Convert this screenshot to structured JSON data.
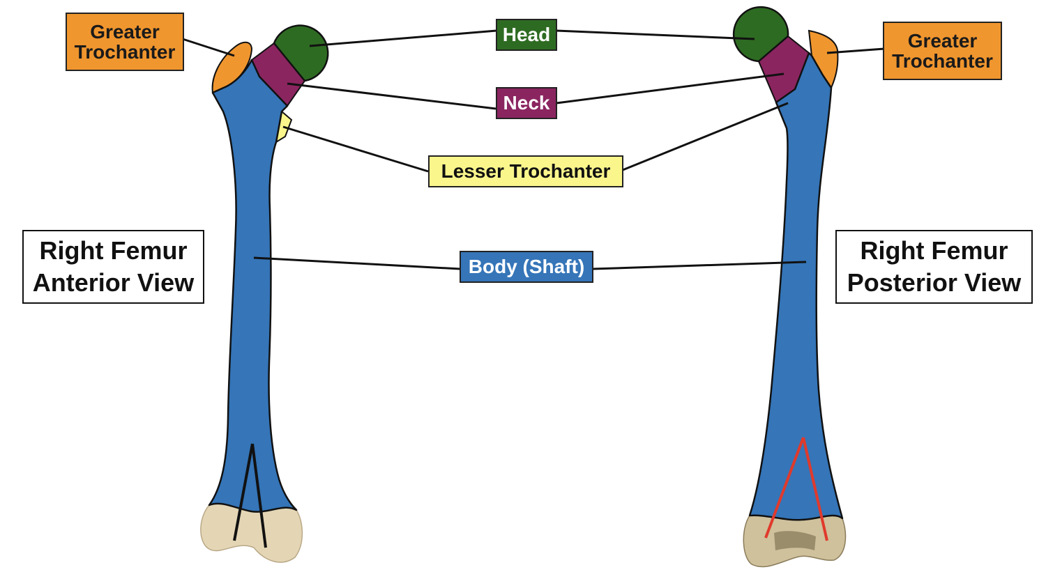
{
  "labels": {
    "greater_trochanter_left": [
      "Greater",
      "Trochanter"
    ],
    "greater_trochanter_right": [
      "Greater",
      "Trochanter"
    ],
    "head": "Head",
    "neck": "Neck",
    "lesser_trochanter": "Lesser Trochanter",
    "body_shaft": "Body (Shaft)"
  },
  "views": {
    "anterior": [
      "Right Femur",
      "Anterior View"
    ],
    "posterior": [
      "Right Femur",
      "Posterior View"
    ]
  },
  "colors": {
    "head": "#2e6b22",
    "neck": "#8b2560",
    "greater_trochanter": "#f0962e",
    "lesser_trochanter": "#fbf68c",
    "body": "#3575b8",
    "condyles": "#e4d6b5",
    "posterior_lines": "#e03a2c",
    "anterior_lines": "#111111"
  }
}
